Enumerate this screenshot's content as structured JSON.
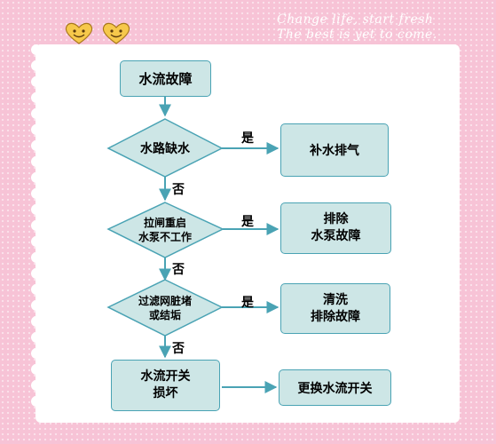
{
  "header": {
    "watermark_line1": "Change life, start fresh",
    "watermark_line2": "The best is yet to come."
  },
  "decor": {
    "emoji_count": 2,
    "emoji_icon": "smiling-heart-face-icon",
    "colors": {
      "frame_pink": "#f7c3d6",
      "box_fill": "#cde6e6",
      "box_border": "#4aa3b4",
      "arrow": "#4aa3b4"
    }
  },
  "flowchart": {
    "start": {
      "label": "水流故障"
    },
    "decisions": [
      {
        "label": "水路缺水",
        "yes_label": "是",
        "no_label": "否",
        "action": "补水排气"
      },
      {
        "label": "拉闸重启\n水泵不工作",
        "yes_label": "是",
        "no_label": "否",
        "action": "排除\n水泵故障"
      },
      {
        "label": "过滤网脏堵\n或结垢",
        "yes_label": "是",
        "no_label": "否",
        "action": "清洗\n排除故障"
      }
    ],
    "final": {
      "label": "水流开关\n损坏",
      "action": "更换水流开关"
    }
  }
}
